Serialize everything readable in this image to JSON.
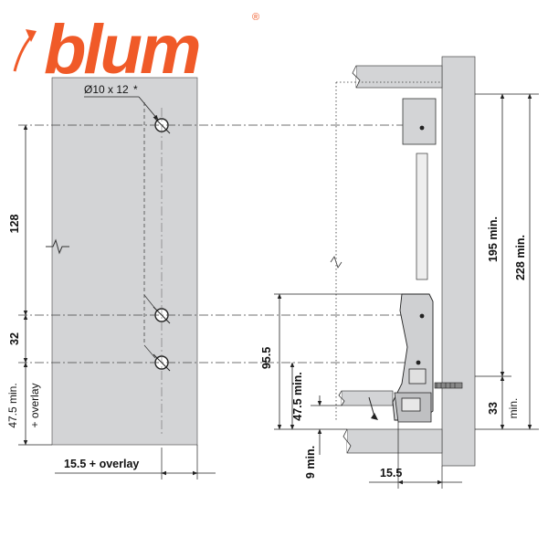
{
  "brand": {
    "name": "blum",
    "registered_mark": "®",
    "color": "#f05a28"
  },
  "colors": {
    "panel": "#d3d4d6",
    "line": "#222222",
    "asterisk": "#e0302a"
  },
  "front_panel": {
    "hole_spec": "Ø10 x 12",
    "hole_spec_mark": "*",
    "dim_128": "128",
    "dim_32": "32",
    "dim_475_overlay_line1": "47.5 min.",
    "dim_475_overlay_line2": "+ overlay",
    "dim_155_overlay": "15.5 + overlay"
  },
  "side_view": {
    "dim_95_5": "95.5",
    "dim_47_5_min": "47.5 min.",
    "dim_9_min": "9 min.",
    "dim_15_5": "15.5",
    "dim_195_min": "195 min.",
    "dim_228_min": "228 min.",
    "dim_33": "33",
    "dim_33_min": "min."
  }
}
